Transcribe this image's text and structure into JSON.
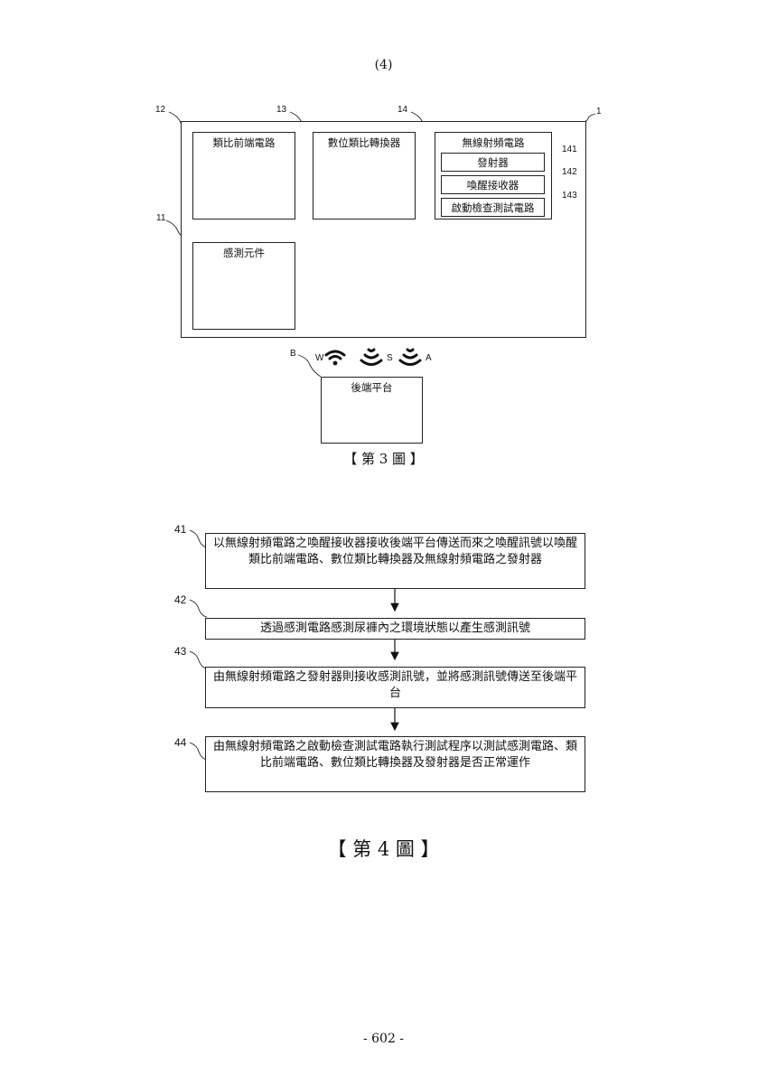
{
  "header": {
    "page_label": "(4)"
  },
  "figure3": {
    "refs": {
      "device": "1",
      "analog_frontend": "12",
      "adc": "13",
      "rf": "14",
      "sensor": "11",
      "transmitter": "141",
      "wake_receiver": "142",
      "self_test": "143",
      "backend": "B"
    },
    "blocks": {
      "analog_frontend": "類比前端電路",
      "adc": "數位類比轉換器",
      "rf": "無線射頻電路",
      "transmitter": "發射器",
      "wake_receiver": "喚醒接收器",
      "self_test": "啟動檢查測試電路",
      "sensor": "感測元件",
      "backend": "後端平台"
    },
    "signals": {
      "w": "W",
      "s": "S",
      "a": "A"
    },
    "caption": "【 第 3 圖 】"
  },
  "figure4": {
    "steps": [
      {
        "ref": "41",
        "text": "以無線射頻電路之喚醒接收器接收後端平台傳送而來之喚醒訊號以喚醒類比前端電路、數位類比轉換器及無線射頻電路之發射器"
      },
      {
        "ref": "42",
        "text": "透過感測電路感測尿褲內之環境狀態以產生感測訊號"
      },
      {
        "ref": "43",
        "text": "由無線射頻電路之發射器則接收感測訊號，並將感測訊號傳送至後端平台"
      },
      {
        "ref": "44",
        "text": "由無線射頻電路之啟動檢查測試電路執行測試程序以測試感測電路、類比前端電路、數位類比轉換器及發射器是否正常運作"
      }
    ],
    "caption": "【 第 4 圖 】"
  },
  "footer": {
    "page_number": "- 602 -"
  }
}
